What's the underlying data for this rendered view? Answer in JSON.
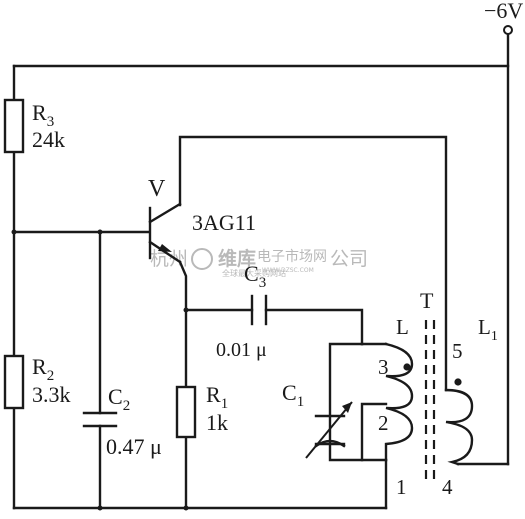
{
  "supply": {
    "label": "−6V"
  },
  "transistor": {
    "ref": "V",
    "part": "3AG11"
  },
  "resistors": [
    {
      "ref": "R",
      "sub": "3",
      "value": "24k"
    },
    {
      "ref": "R",
      "sub": "2",
      "value": "3.3k"
    },
    {
      "ref": "R",
      "sub": "1",
      "value": "1k"
    }
  ],
  "capacitors": [
    {
      "ref": "C",
      "sub": "2",
      "value": "0.47 μ"
    },
    {
      "ref": "C",
      "sub": "3",
      "value": "0.01 μ"
    },
    {
      "ref": "C",
      "sub": "1",
      "value": ""
    }
  ],
  "transformer": {
    "ref": "T",
    "primary": {
      "ref": "L",
      "pins": [
        "3",
        "2",
        "1"
      ]
    },
    "secondary": {
      "ref": "L",
      "sub": "1",
      "pins": [
        "5",
        "4"
      ]
    }
  },
  "watermark": {
    "left": "杭州",
    "brand": "维库",
    "middle": "电子市场网",
    "right": "公司",
    "tagline": "全球最大采购网站",
    "url": "WWW.DZSC.COM"
  },
  "colors": {
    "ink": "#1a1a1a",
    "watermark": "#b9b9b9",
    "background": "#ffffff"
  }
}
